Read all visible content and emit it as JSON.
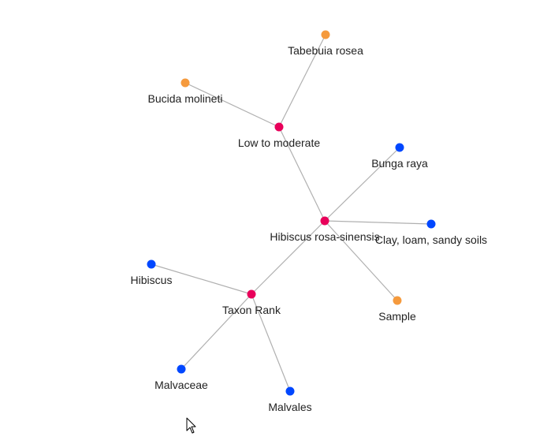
{
  "graph": {
    "colors": {
      "hub": "#e8005a",
      "blue": "#0047ff",
      "orange": "#f59a3d",
      "edge": "#b0b0b0"
    },
    "nodes": [
      {
        "id": "hibiscus-rosa-sinensis",
        "label": "Hibiscus rosa-sinensis",
        "color": "hub"
      },
      {
        "id": "low-to-moderate",
        "label": "Low to moderate",
        "color": "hub"
      },
      {
        "id": "taxon-rank",
        "label": "Taxon Rank",
        "color": "hub"
      },
      {
        "id": "tabebuia-rosea",
        "label": "Tabebuia rosea",
        "color": "orange"
      },
      {
        "id": "bucida-molineti",
        "label": "Bucida molineti",
        "color": "orange"
      },
      {
        "id": "sample",
        "label": "Sample",
        "color": "orange"
      },
      {
        "id": "bunga-raya",
        "label": "Bunga raya",
        "color": "blue"
      },
      {
        "id": "clay-loam-sandy-soils",
        "label": "Clay, loam, sandy soils",
        "color": "blue"
      },
      {
        "id": "hibiscus",
        "label": "Hibiscus",
        "color": "blue"
      },
      {
        "id": "malvaceae",
        "label": "Malvaceae",
        "color": "blue"
      },
      {
        "id": "malvales",
        "label": "Malvales",
        "color": "blue"
      }
    ],
    "edges": [
      [
        "hibiscus-rosa-sinensis",
        "low-to-moderate"
      ],
      [
        "low-to-moderate",
        "tabebuia-rosea"
      ],
      [
        "low-to-moderate",
        "bucida-molineti"
      ],
      [
        "hibiscus-rosa-sinensis",
        "bunga-raya"
      ],
      [
        "hibiscus-rosa-sinensis",
        "clay-loam-sandy-soils"
      ],
      [
        "hibiscus-rosa-sinensis",
        "sample"
      ],
      [
        "hibiscus-rosa-sinensis",
        "taxon-rank"
      ],
      [
        "taxon-rank",
        "hibiscus"
      ],
      [
        "taxon-rank",
        "malvaceae"
      ],
      [
        "taxon-rank",
        "malvales"
      ]
    ]
  }
}
